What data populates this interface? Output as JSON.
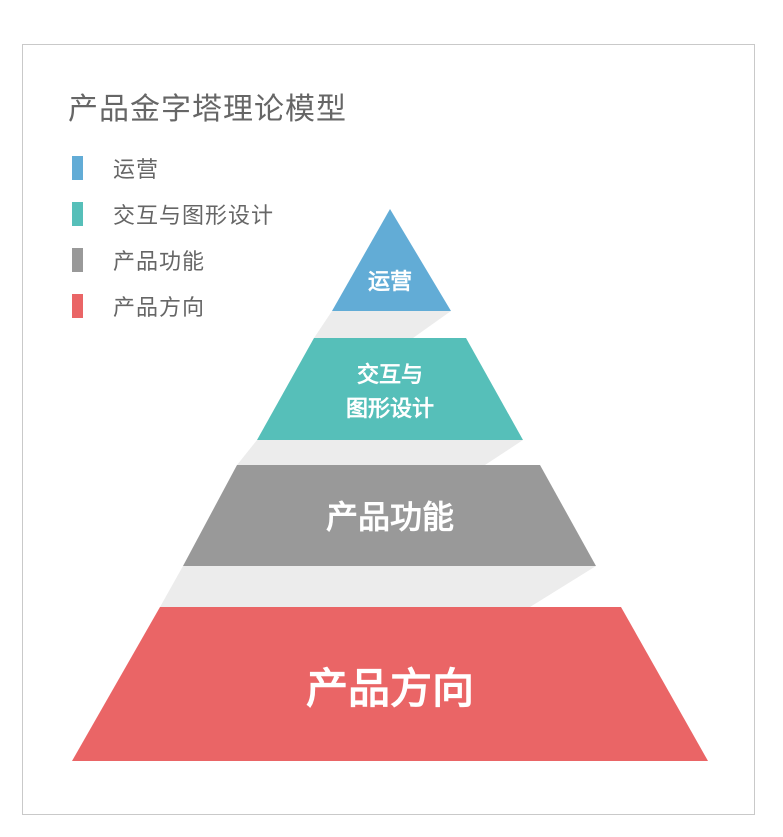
{
  "title": "产品金字塔理论模型",
  "legend": [
    {
      "label": "运营",
      "color": "#62acd6"
    },
    {
      "label": "交互与图形设计",
      "color": "#56bfb9"
    },
    {
      "label": "产品功能",
      "color": "#999999"
    },
    {
      "label": "产品方向",
      "color": "#ea6566"
    }
  ],
  "levels": [
    {
      "lines": [
        "运营"
      ],
      "color": "#62acd6"
    },
    {
      "lines": [
        "交互与",
        "图形设计"
      ],
      "color": "#56bfb9"
    },
    {
      "lines": [
        "产品功能"
      ],
      "color": "#999999"
    },
    {
      "lines": [
        "产品方向"
      ],
      "color": "#ea6566"
    }
  ],
  "shadow_color": "#ececec"
}
